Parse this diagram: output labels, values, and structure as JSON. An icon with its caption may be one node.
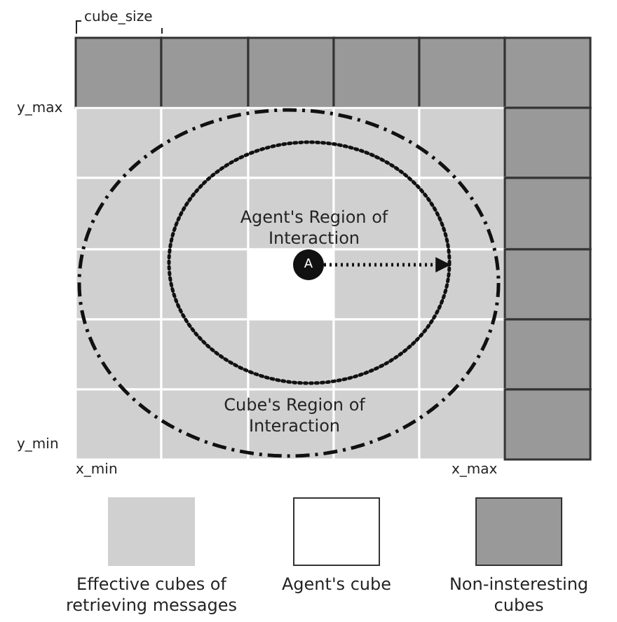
{
  "diagram": {
    "nodes": [
      {
        "text": [
          "Cube's Region of Interaction"
        ]
      },
      {
        "text": [
          "Agent's Region of Interaction"
        ],
        "in": 0
      },
      {
        "text": [
          "A"
        ],
        "in": 1
      }
    ],
    "edges": [
      {
        "from": 2,
        "to": 1,
        "arrow": "to",
        "style": "dashed"
      }
    ],
    "labels": [
      "cube_size",
      "y_max",
      "y_min",
      "x_min",
      "x_max"
    ],
    "legend": [
      {
        "text": "Effective cubes of retrieving messages",
        "color": "#d0d0d0"
      },
      {
        "text": "Agent's cube",
        "color": "#ffffff"
      },
      {
        "text": "Non-insteresting cubes",
        "color": "#999999"
      }
    ]
  }
}
